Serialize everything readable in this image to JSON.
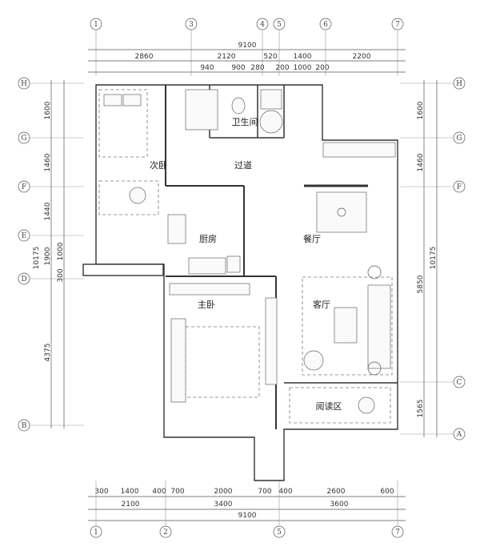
{
  "axes_top": [
    "1",
    "3",
    "4",
    "5",
    "6",
    "7"
  ],
  "axes_bottom": [
    "1",
    "2",
    "5",
    "7"
  ],
  "axes_left": [
    "H",
    "G",
    "F",
    "E",
    "D",
    "B"
  ],
  "axes_right": [
    "H",
    "G",
    "F",
    "C",
    "A"
  ],
  "dims": {
    "top_total": "9100",
    "top_row1": [
      "2860",
      "2120",
      "520",
      "1400",
      "2200"
    ],
    "top_row2": [
      "940",
      "900",
      "280",
      "200",
      "1000",
      "200"
    ],
    "bottom_row1": [
      "300",
      "1400",
      "400",
      "700",
      "2000",
      "700",
      "400",
      "2600",
      "600"
    ],
    "bottom_row2": [
      "2100",
      "3400",
      "3600"
    ],
    "bottom_total": "9100",
    "left_col1": [
      "1600",
      "1460",
      "1440",
      "1000",
      "300",
      "4375"
    ],
    "left_col1b": "1900",
    "left_total": "10175",
    "right_col": [
      "1600",
      "1460",
      "5850",
      "1565"
    ],
    "right_total": "10175"
  },
  "rooms": {
    "secondary_bedroom": "次卧",
    "bathroom": "卫生间",
    "corridor": "过道",
    "kitchen": "厨房",
    "dining": "餐厅",
    "master_bedroom": "主卧",
    "living": "客厅",
    "reading": "阅读区"
  },
  "colors": {
    "line": "#333333",
    "grid": "#999999",
    "text": "#222222"
  }
}
